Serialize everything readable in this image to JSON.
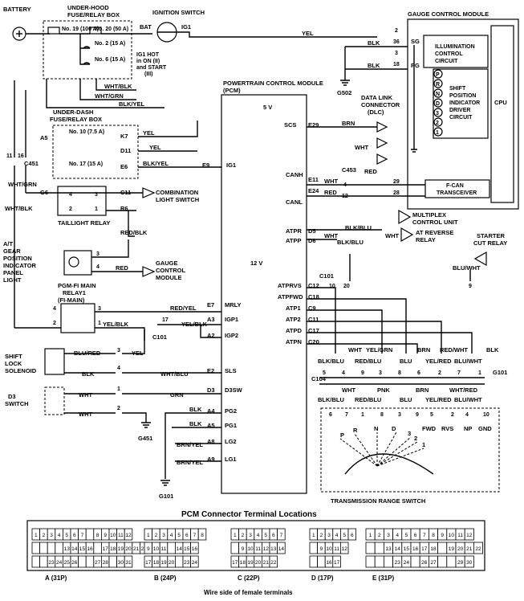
{
  "labels": {
    "battery": "BATTERY",
    "underhood_l1": "UNDER-HOOD",
    "underhood_l2": "FUSE/RELAY BOX",
    "fuse19": "No. 19 (100 A)",
    "fuse20": "No. 20 (50 A)",
    "fuse2": "No. 2 (15 A)",
    "fuse6": "No. 6 (15 A)",
    "ignition_switch": "IGNITION SWITCH",
    "bat": "BAT",
    "ig1": "IG1",
    "ig1_hot_l1": "IG1 HOT",
    "ig1_hot_l2": "in ON (II)",
    "ig1_hot_l3": "and START",
    "ig1_hot_l4": "(III)",
    "gcm": "GAUGE CONTROL MODULE",
    "gcm_cpu": "CPU",
    "illum_l1": "ILLUMINATION",
    "illum_l2": "CONTROL",
    "illum_l3": "CIRCUIT",
    "shift_l1": "SHIFT",
    "shift_l2": "POSITION",
    "shift_l3": "INDICATOR",
    "shift_l4": "DRIVER",
    "shift_l5": "CIRCUIT",
    "sg": "SG",
    "pg": "PG",
    "g502": "G502",
    "pcm_l1": "POWERTRAIN CONTROL MODULE",
    "pcm_l2": "(PCM)",
    "underdash_l1": "UNDER-DASH",
    "underdash_l2": "FUSE/RELAY BOX",
    "fuse10": "No. 10 (7.5 A)",
    "fuse17": "No. 17 (15 A)",
    "k7": "K7",
    "d11": "D11",
    "e6": "E6",
    "a5": "A5",
    "g6": "G6",
    "c11": "C11",
    "r6": "R6",
    "c451": "C451",
    "c453": "C453",
    "c101": "C101",
    "c104": "C104",
    "dlc_l1": "DATA LINK",
    "dlc_l2": "CONNECTOR",
    "dlc_l3": "(DLC)",
    "five_v": "5 V",
    "twelve_v": "12 V",
    "scs": "SCS",
    "e29": "E29",
    "e9": "E9",
    "canh": "CANH",
    "canl": "CANL",
    "e11": "E11",
    "e24": "E24",
    "fcan_l1": "F-CAN",
    "fcan_l2": "TRANSCEIVER",
    "comb_l1": "COMBINATION",
    "comb_l2": "LIGHT SWITCH",
    "taillight": "TAILLIGHT RELAY",
    "at_l1": "A/T",
    "at_l2": "GEAR",
    "at_l3": "POSITION",
    "at_l4": "INDICATOR",
    "at_l5": "PANEL",
    "at_l6": "LIGHT",
    "gauge_l1": "GAUGE",
    "gauge_l2": "CONTROL",
    "gauge_l3": "MODULE",
    "pgm_l1": "PGM-FI MAIN",
    "pgm_l2": "RELAY1",
    "pgm_l3": "(FI-MAIN)",
    "mrly": "MRLY",
    "igp1": "IGP1",
    "igp2": "IGP2",
    "sls": "SLS",
    "d3sw": "D3SW",
    "pg2": "PG2",
    "pg1": "PG1",
    "lg2": "LG2",
    "lg1": "LG1",
    "e7": "E7",
    "a3": "A3",
    "a2": "A2",
    "e2": "E2",
    "d3": "D3",
    "a4": "A4",
    "a8": "A8",
    "a9": "A9",
    "shiftlock_l1": "SHIFT",
    "shiftlock_l2": "LOCK",
    "shiftlock_l3": "SOLENOID",
    "d3switch_l1": "D3",
    "d3switch_l2": "SWITCH",
    "g451": "G451",
    "g101": "G101",
    "multiplex_l1": "MULTIPLEX",
    "multiplex_l2": "CONTROL UNIT",
    "atrev_l1": "AT REVERSE",
    "atrev_l2": "RELAY",
    "starter_l1": "STARTER",
    "starter_l2": "CUT RELAY",
    "atpr": "ATPR",
    "atpp": "ATPP",
    "atprvs": "ATPRVS",
    "atpfwd": "ATPFWD",
    "atp1": "ATP1",
    "atp2": "ATP2",
    "atpd": "ATPD",
    "atpn": "ATPN",
    "d5": "D5",
    "d6": "D6",
    "c12": "C12",
    "c18": "C18",
    "c9": "C9",
    "c10": "C10",
    "c17": "C17",
    "c20": "C20",
    "trs": "TRANSMISSION RANGE SWITCH",
    "conn_title": "PCM Connector Terminal Locations",
    "conn_a": "A (31P)",
    "conn_b": "B (24P)",
    "conn_c": "C (22P)",
    "conn_d": "D (17P)",
    "conn_e": "E (31P)",
    "conn_foot": "Wire side of female terminals"
  },
  "wires": {
    "yel": "YEL",
    "blk": "BLK",
    "wht": "WHT",
    "red": "RED",
    "brn": "BRN",
    "grn": "GRN",
    "pnk": "PNK",
    "blu": "BLU",
    "wht_blk": "WHT/BLK",
    "wht_grn": "WHT/GRN",
    "blk_yel": "BLK/YEL",
    "red_blk": "RED/BLK",
    "red_yel": "RED/YEL",
    "yel_blk": "YEL/BLK",
    "blu_red": "BLU/RED",
    "wht_blu": "WHT/BLU",
    "brn_yel": "BRN/YEL",
    "blk_blu": "BLK/BLU",
    "blu_wht": "BLU/WHT",
    "yel_grn": "YEL/GRN",
    "red_blu": "RED/BLU",
    "yel_red": "YEL/RED",
    "red_wht": "RED/WHT",
    "wht_red": "WHT/RED"
  },
  "pins": {
    "n2": "2",
    "n36": "36",
    "n3": "3",
    "n18": "18",
    "n29": "29",
    "n28": "28",
    "n11": "11",
    "n16": "16",
    "n4": "4",
    "n1": "1",
    "n2b": "2",
    "n17": "17",
    "n12": "12",
    "n10": "10",
    "n20": "20",
    "n9": "9",
    "n5": "5",
    "n6": "6",
    "n7": "7",
    "n8": "8",
    "n3b": "3",
    "n1b": "1",
    "n4b": "4",
    "n2c": "2"
  },
  "trs_positions": [
    "P",
    "R",
    "N",
    "D",
    "3",
    "2",
    "1",
    "FWD",
    "RVS",
    "NP",
    "GND"
  ],
  "gcm_pins": [
    "P",
    "R",
    "N",
    "D",
    "3",
    "2",
    "1"
  ],
  "connectors": {
    "A": {
      "r1": [
        "1",
        "2",
        "3",
        "4",
        "5",
        "6",
        "7",
        "",
        "8",
        "9",
        "10",
        "11",
        "12"
      ],
      "r2": [
        "",
        "",
        "",
        "",
        "13",
        "14",
        "15",
        "16",
        "",
        "17",
        "18",
        "19",
        "20",
        "21",
        "22"
      ],
      "r3": [
        "",
        "",
        "23",
        "24",
        "25",
        "26",
        "",
        "",
        "27",
        "28",
        "",
        "30",
        "31"
      ]
    },
    "B": {
      "r1": [
        "1",
        "2",
        "3",
        "4",
        "5",
        "6",
        "7",
        "8"
      ],
      "r2": [
        "9",
        "10",
        "11",
        "",
        "14",
        "15",
        "16"
      ],
      "r3": [
        "17",
        "18",
        "19",
        "20",
        "",
        "23",
        "24"
      ]
    },
    "C": {
      "r1": [
        "1",
        "2",
        "3",
        "4",
        "5",
        "6",
        "7"
      ],
      "r2": [
        "",
        "9",
        "10",
        "11",
        "12",
        "13",
        "14"
      ],
      "r3": [
        "17",
        "18",
        "19",
        "20",
        "21",
        "22"
      ]
    },
    "D": {
      "r1": [
        "1",
        "2",
        "3",
        "4",
        "5",
        "6"
      ],
      "r2": [
        "",
        "9",
        "10",
        "11",
        "12"
      ],
      "r3": [
        "",
        "",
        "16",
        "17"
      ]
    },
    "E": {
      "r1": [
        "1",
        "2",
        "3",
        "4",
        "5",
        "6",
        "7",
        "8",
        "9",
        "10",
        "11",
        "12"
      ],
      "r2": [
        "",
        "",
        "13",
        "14",
        "15",
        "16",
        "17",
        "18",
        "",
        "19",
        "20",
        "21",
        "22"
      ],
      "r3": [
        "",
        "",
        "",
        "23",
        "24",
        "",
        "26",
        "27",
        "",
        "",
        "29",
        "30"
      ]
    }
  }
}
